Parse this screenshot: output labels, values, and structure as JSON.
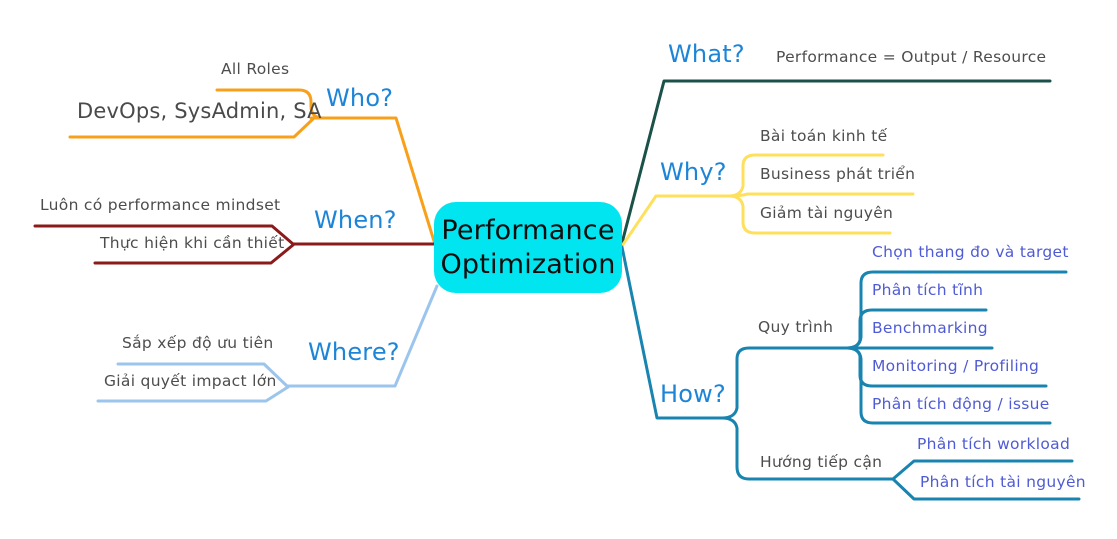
{
  "root": {
    "title_line1": "Performance",
    "title_line2": "Optimization"
  },
  "colors": {
    "root_fill": "#00e5f0",
    "label_blue": "#1d85d8",
    "leaf_text_blue": "#4f5bd5",
    "plain_text": "#4d4d4d",
    "who": "#f9a01b",
    "when": "#8b1a1a",
    "where": "#9cc5ed",
    "what": "#1a5148",
    "why": "#ffe05c",
    "how": "#1884af"
  },
  "who": {
    "label": "Who?",
    "child1": "All Roles",
    "child2": "DevOps, SysAdmin, SA"
  },
  "when": {
    "label": "When?",
    "child1": "Luôn có performance mindset",
    "child2": "Thực hiện khi cần thiết"
  },
  "where": {
    "label": "Where?",
    "child1": "Sắp xếp độ ưu tiên",
    "child2": "Giải quyết impact lớn"
  },
  "what": {
    "label": "What?",
    "child1": "Performance = Output / Resource"
  },
  "why": {
    "label": "Why?",
    "child1": "Bài toán kinh tế",
    "child2": "Business phát triển",
    "child3": "Giảm tài nguyên"
  },
  "how": {
    "label": "How?",
    "process": {
      "label": "Quy trình",
      "child1": "Chọn thang đo và target",
      "child2": "Phân tích tĩnh",
      "child3": "Benchmarking",
      "child4": "Monitoring / Profiling",
      "child5": "Phân tích động / issue"
    },
    "approach": {
      "label": "Hướng tiếp cận",
      "child1": "Phân tích workload",
      "child2": "Phân tích tài nguyên"
    }
  }
}
